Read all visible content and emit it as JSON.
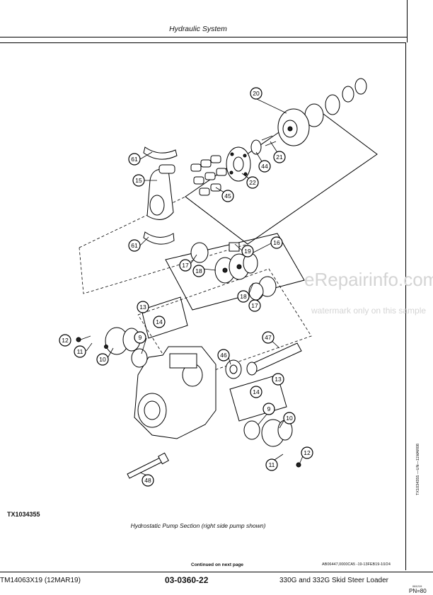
{
  "header": {
    "title": "Hydraulic System"
  },
  "figure": {
    "id": "TX1034355",
    "caption": "Hydrostatic Pump Section (right side pump shown)",
    "side_ref": "TX1034355 —UN—11MAR08",
    "callouts": [
      "20",
      "61",
      "15",
      "21",
      "44",
      "22",
      "45",
      "61",
      "16",
      "19",
      "17",
      "18",
      "18",
      "17",
      "13",
      "14",
      "12",
      "9",
      "47",
      "11",
      "10",
      "46",
      "13",
      "14",
      "9",
      "10",
      "12",
      "11",
      "48"
    ]
  },
  "watermark": {
    "line1": "eRepairinfo.com",
    "line2": "watermark only on this sample"
  },
  "notes": {
    "continued": "Continued on next page",
    "ref": "AB06447,0000CA5 -19-13FEB19-10/24"
  },
  "footer": {
    "doc": "TM14063X19 (12MAR19)",
    "page": "03-0360-22",
    "model": "330G and 332G Skid Steer Loader",
    "tiny": "081219",
    "pn": "PN=80"
  }
}
